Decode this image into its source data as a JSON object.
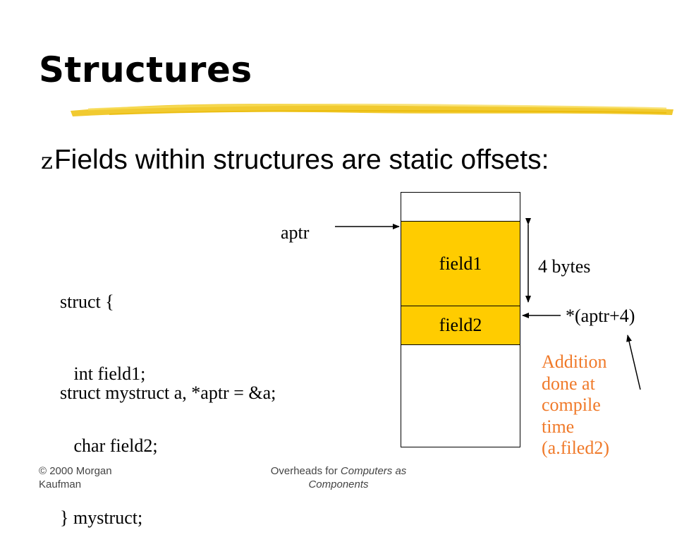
{
  "slide": {
    "title": "Structures",
    "bullet_glyph": "z",
    "bullet_text": "Fields within structures are static offsets:"
  },
  "code": {
    "lines": [
      "struct {",
      "   int field1;",
      "   char field2;",
      "} mystruct;"
    ],
    "declaration": "struct mystruct a, *aptr = &a;"
  },
  "diagram": {
    "pointer_label": "aptr",
    "field1_label": "field1",
    "field2_label": "field2",
    "size_label": "4 bytes",
    "offset_label": "*(aptr+4)",
    "note_lines": [
      "Addition",
      "done at",
      "compile",
      "time",
      "(a.filed2)"
    ],
    "colors": {
      "field_fill": "#ffcc00",
      "note": "#f07a2a",
      "title_brush": "#f0c419"
    }
  },
  "footer": {
    "left_lines": [
      "© 2000 Morgan",
      "Kaufman"
    ],
    "center_prefix": "Overheads for ",
    "center_italic": "Computers as",
    "center_line2": "Components"
  }
}
